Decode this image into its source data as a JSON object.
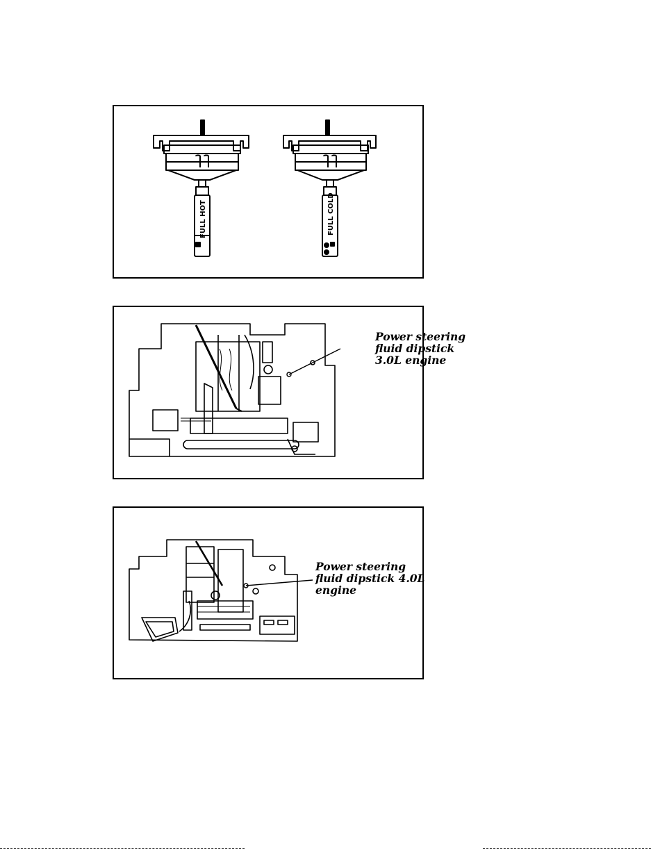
{
  "figures": {
    "dipsticks": {
      "left_label": "FULL HOT",
      "right_label": "FULL COLD"
    },
    "engine_30": {
      "callout": [
        "Power steering",
        "fluid dipstick",
        "3.0L engine"
      ]
    },
    "engine_40": {
      "callout": [
        "Power steering",
        "fluid dipstick 4.0L",
        "engine"
      ]
    }
  }
}
